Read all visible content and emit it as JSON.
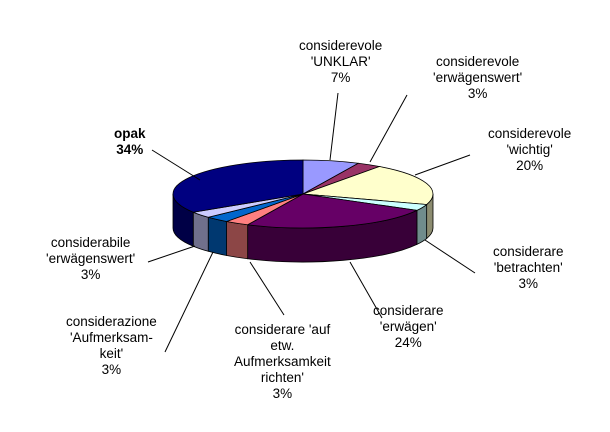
{
  "chart_data": {
    "type": "pie",
    "style": "3d",
    "legend": "none",
    "slices": [
      {
        "label": [
          "considerevole",
          "'UNKLAR'",
          "7%"
        ],
        "value": 7,
        "color": "#9999ff",
        "bold": false
      },
      {
        "label": [
          "considerevole",
          "'erwägenswert'",
          "3%"
        ],
        "value": 3,
        "color": "#993366",
        "bold": false
      },
      {
        "label": [
          "considerevole",
          "'wichtig'",
          "20%"
        ],
        "value": 20,
        "color": "#ffffcc",
        "bold": false
      },
      {
        "label": [
          "considerare",
          "'betrachten'",
          "3%"
        ],
        "value": 3,
        "color": "#ccffff",
        "bold": false
      },
      {
        "label": [
          "considerare",
          "'erwägen'",
          "24%"
        ],
        "value": 24,
        "color": "#660066",
        "bold": false
      },
      {
        "label": [
          "considerare 'auf",
          "etw.",
          "Aufmerksamkeit",
          "richten'",
          "3%"
        ],
        "value": 3,
        "color": "#ff8080",
        "bold": false
      },
      {
        "label": [
          "considerazione",
          "'Aufmerksam-",
          "keit'",
          "3%"
        ],
        "value": 3,
        "color": "#0066cc",
        "bold": false
      },
      {
        "label": [
          "considerabile",
          "'erwägenswert'",
          "3%"
        ],
        "value": 3,
        "color": "#ccccff",
        "bold": false
      },
      {
        "label": [
          "opak",
          "34%"
        ],
        "value": 34,
        "color": "#000080",
        "bold": true
      }
    ]
  }
}
